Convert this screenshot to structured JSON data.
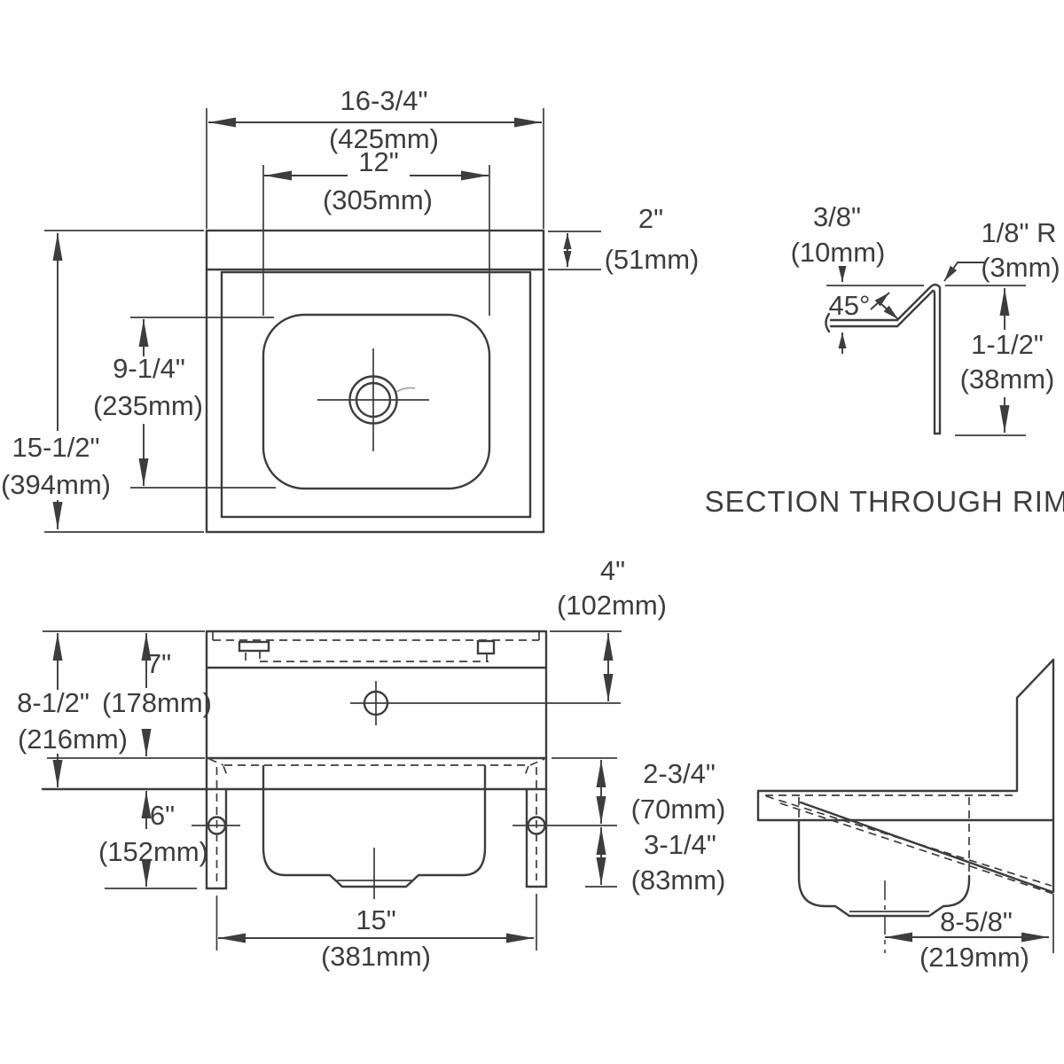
{
  "drawing": {
    "background": "#ffffff",
    "line_color": "#3d3d3d",
    "plan_view": {
      "overall_width_in": "16-3/4\"",
      "overall_width_mm": "(425mm)",
      "bowl_width_in": "12\"",
      "bowl_width_mm": "(305mm)",
      "ledge_depth_in": "2\"",
      "ledge_depth_mm": "(51mm)",
      "bowl_depth_in": "9-1/4\"",
      "bowl_depth_mm": "(235mm)",
      "overall_depth_in": "15-1/2\"",
      "overall_depth_mm": "(394mm)"
    },
    "front_view": {
      "faucet_height_in": "4\"",
      "faucet_height_mm": "(102mm)",
      "top_to_rim_in": "7\"",
      "top_to_rim_mm": "(178mm)",
      "top_to_apron_in": "8-1/2\"",
      "top_to_apron_mm": "(216mm)",
      "bracket_length_in": "6\"",
      "bracket_length_mm": "(152mm)",
      "rim_to_bolt_in": "2-3/4\"",
      "rim_to_bolt_mm": "(70mm)",
      "bolt_to_end_in": "3-1/4\"",
      "bolt_to_end_mm": "(83mm)",
      "bolt_spacing_in": "15\"",
      "bolt_spacing_mm": "(381mm)"
    },
    "side_view": {
      "drain_to_wall_in": "8-5/8\"",
      "drain_to_wall_mm": "(219mm)"
    },
    "rim_section": {
      "rim_height_in": "3/8\"",
      "rim_height_mm": "(10mm)",
      "rim_radius_in": "1/8\" R",
      "rim_radius_mm": "(3mm)",
      "rim_angle": "45°",
      "rim_drop_in": "1-1/2\"",
      "rim_drop_mm": "(38mm)",
      "caption": "SECTION THROUGH RIM"
    }
  }
}
